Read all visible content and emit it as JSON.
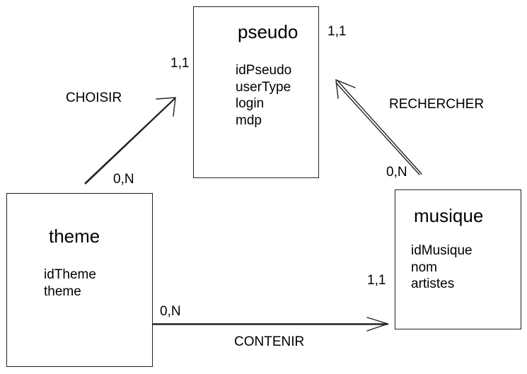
{
  "entities": {
    "pseudo": {
      "name": "pseudo",
      "attributes": [
        "idPseudo",
        "userType",
        "login",
        "mdp"
      ]
    },
    "theme": {
      "name": "theme",
      "attributes": [
        "idTheme",
        "theme"
      ]
    },
    "musique": {
      "name": "musique",
      "attributes": [
        "idMusique",
        "nom",
        "artistes"
      ]
    }
  },
  "relations": {
    "choisir": {
      "label": "CHOISIR",
      "card_theme": "0,N",
      "card_pseudo": "1,1"
    },
    "rechercher": {
      "label": "RECHERCHER",
      "card_musique": "0,N",
      "card_pseudo": "1,1"
    },
    "contenir": {
      "label": "CONTENIR",
      "card_theme": "0,N",
      "card_musique": "1,1"
    }
  }
}
